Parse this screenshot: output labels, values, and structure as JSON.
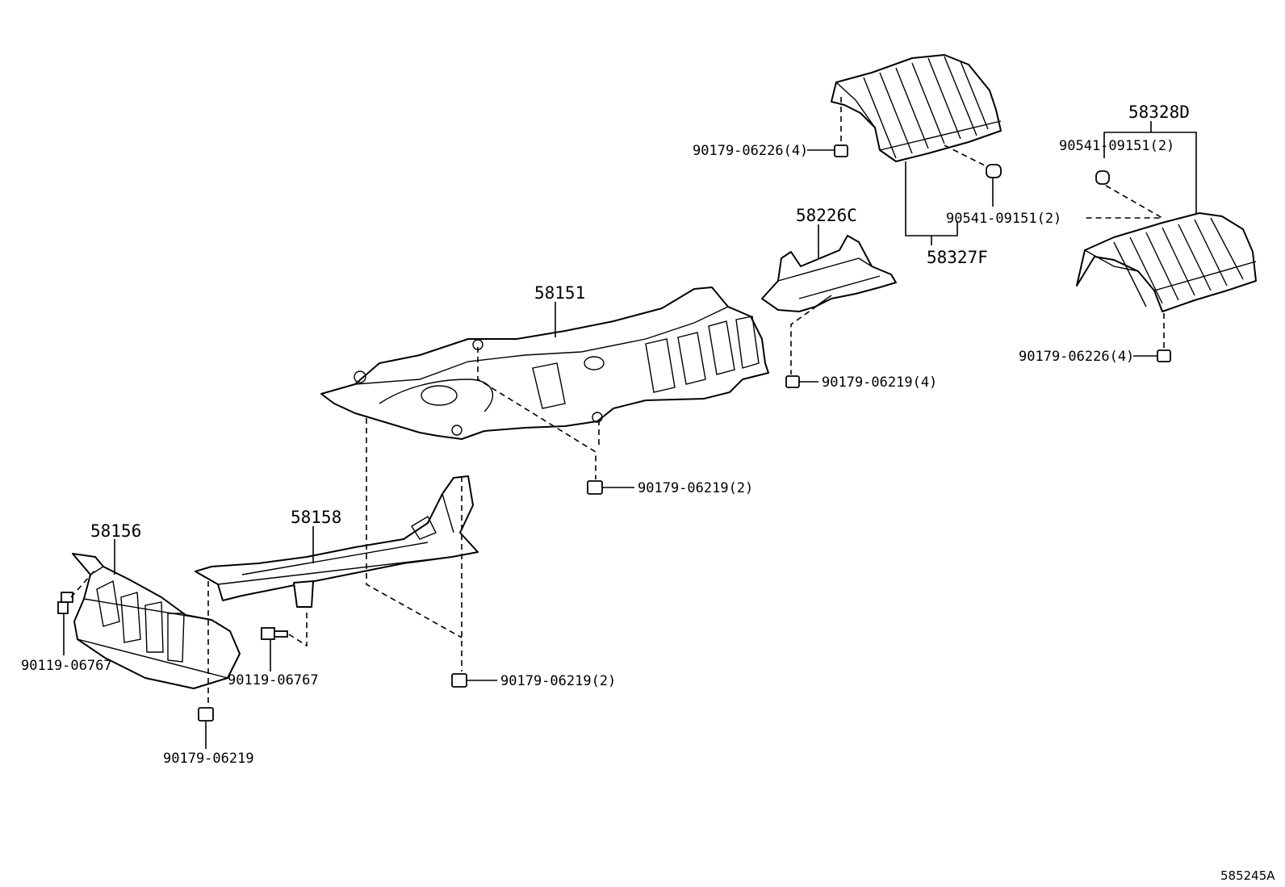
{
  "diagram": {
    "reference_code": "585245A",
    "parts": {
      "heat_insulator_front": "58156",
      "heat_insulator_front_center": "58158",
      "heat_insulator_main": "58151",
      "heat_insulator_center_bracket": "58226C",
      "heat_insulator_rear_left": "58327F",
      "heat_insulator_rear_right": "58328D"
    },
    "fasteners": {
      "bolt_front_left": "90119-06767",
      "bolt_front_center": "90119-06767",
      "nut_front_bottom": "90179-06219",
      "nut_center_bottom": "90179-06219(2)",
      "nut_main_bottom": "90179-06219(2)",
      "nut_bracket": "90179-06219(4)",
      "nut_rear_left_top": "90179-06226(4)",
      "clip_rear_left": "90541-09151(2)",
      "clip_rear_right": "90541-09151(2)",
      "nut_rear_right_bottom": "90179-06226(4)"
    }
  }
}
